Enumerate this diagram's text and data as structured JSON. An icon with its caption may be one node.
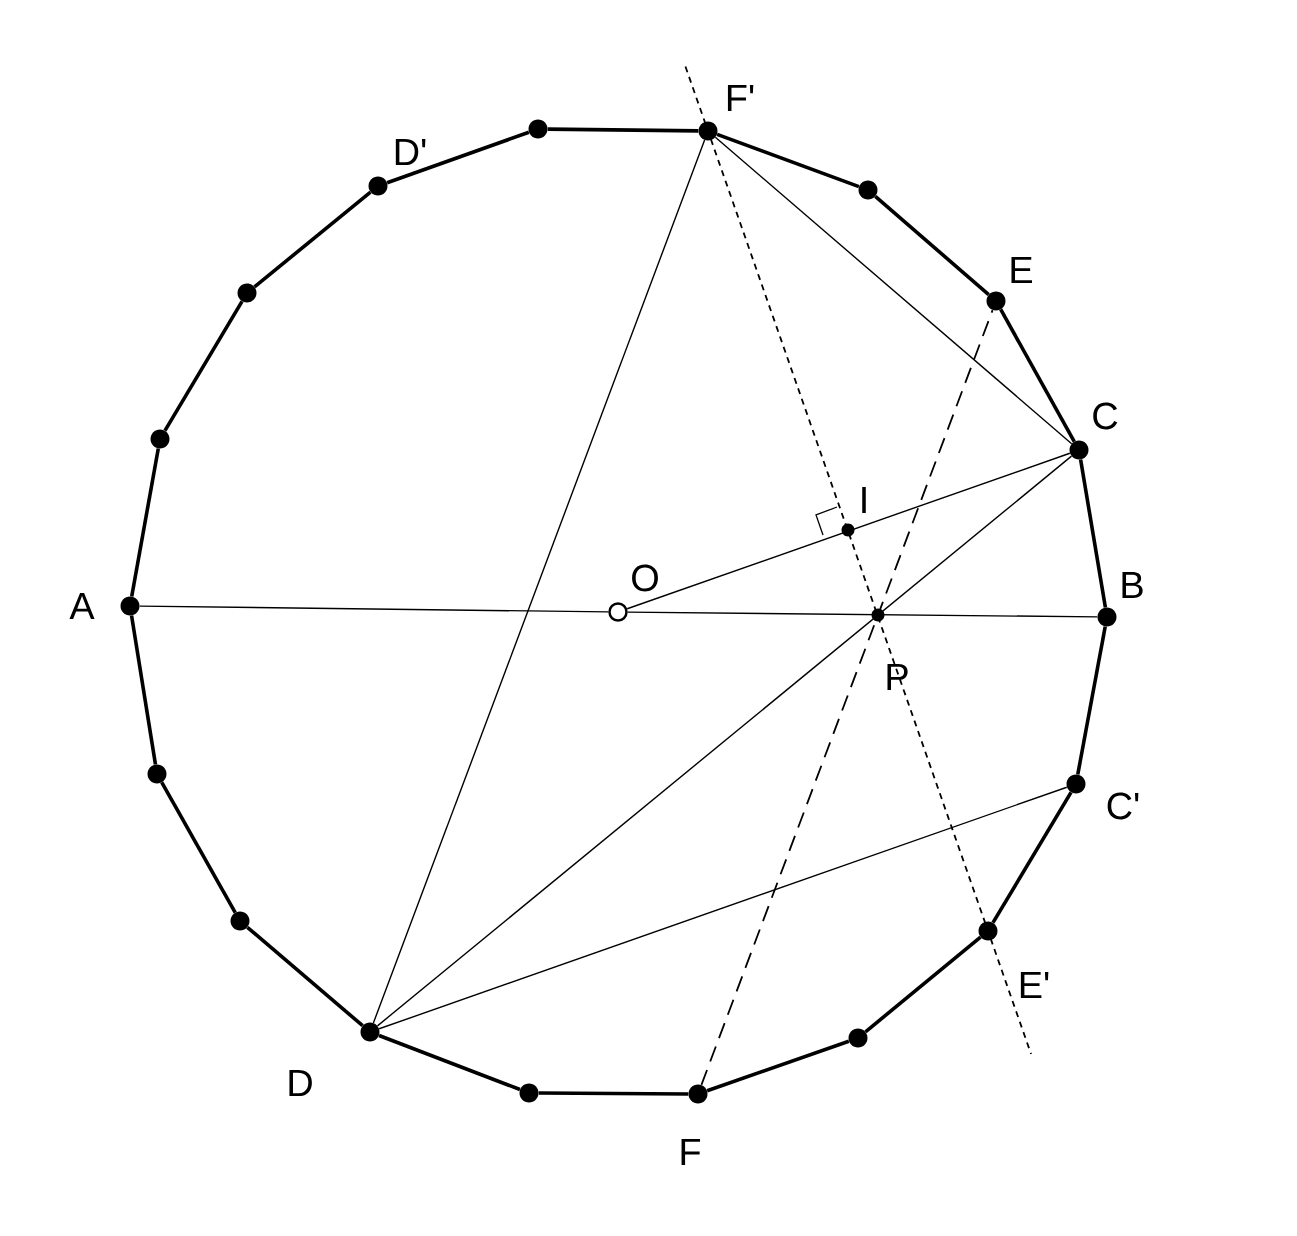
{
  "diagram": {
    "nodes": [
      {
        "text": [],
        "shape": "circle"
      },
      {
        "text": [
          "F'"
        ]
      },
      {
        "text": [],
        "shape": "circle"
      },
      {
        "text": [
          "E"
        ]
      },
      {
        "text": [
          "C"
        ]
      },
      {
        "text": [
          "B"
        ]
      },
      {
        "text": [
          "C'"
        ]
      },
      {
        "text": [
          "E'"
        ]
      },
      {
        "text": [],
        "shape": "circle"
      },
      {
        "text": [
          "F"
        ]
      },
      {
        "text": [],
        "shape": "circle"
      },
      {
        "text": [
          "D"
        ]
      },
      {
        "text": [],
        "shape": "circle"
      },
      {
        "text": [],
        "shape": "circle"
      },
      {
        "text": [
          "A"
        ]
      },
      {
        "text": [],
        "shape": "circle"
      },
      {
        "text": [],
        "shape": "circle"
      },
      {
        "text": [
          "D'"
        ]
      },
      {
        "text": [
          "O"
        ]
      },
      {
        "text": [
          "I"
        ]
      },
      {
        "text": [
          "P"
        ]
      }
    ],
    "edges": [
      {
        "from": 0,
        "to": 1,
        "arrow": "none"
      },
      {
        "from": 1,
        "to": 2,
        "arrow": "none"
      },
      {
        "from": 2,
        "to": 3,
        "arrow": "none"
      },
      {
        "from": 3,
        "to": 4,
        "arrow": "none"
      },
      {
        "from": 4,
        "to": 5,
        "arrow": "none"
      },
      {
        "from": 5,
        "to": 6,
        "arrow": "none"
      },
      {
        "from": 6,
        "to": 7,
        "arrow": "none"
      },
      {
        "from": 7,
        "to": 8,
        "arrow": "none"
      },
      {
        "from": 8,
        "to": 9,
        "arrow": "none"
      },
      {
        "from": 9,
        "to": 10,
        "arrow": "none"
      },
      {
        "from": 10,
        "to": 11,
        "arrow": "none"
      },
      {
        "from": 11,
        "to": 12,
        "arrow": "none"
      },
      {
        "from": 12,
        "to": 13,
        "arrow": "none"
      },
      {
        "from": 13,
        "to": 14,
        "arrow": "none"
      },
      {
        "from": 14,
        "to": 15,
        "arrow": "none"
      },
      {
        "from": 15,
        "to": 16,
        "arrow": "none"
      },
      {
        "from": 16,
        "to": 17,
        "arrow": "none"
      },
      {
        "from": 17,
        "to": 0,
        "arrow": "none"
      },
      {
        "from": 14,
        "to": 18,
        "arrow": "none"
      },
      {
        "from": 18,
        "to": 5,
        "arrow": "none"
      },
      {
        "from": 18,
        "to": 4,
        "arrow": "none"
      },
      {
        "from": 1,
        "to": 11,
        "arrow": "none"
      },
      {
        "from": 1,
        "to": 4,
        "arrow": "none"
      },
      {
        "from": 11,
        "to": 4,
        "arrow": "none"
      },
      {
        "from": 11,
        "to": 6,
        "arrow": "none"
      },
      {
        "from": 1,
        "to": 7,
        "arrow": "none",
        "style": "dashed"
      },
      {
        "from": 9,
        "to": 3,
        "arrow": "none",
        "style": "dashed"
      }
    ]
  }
}
